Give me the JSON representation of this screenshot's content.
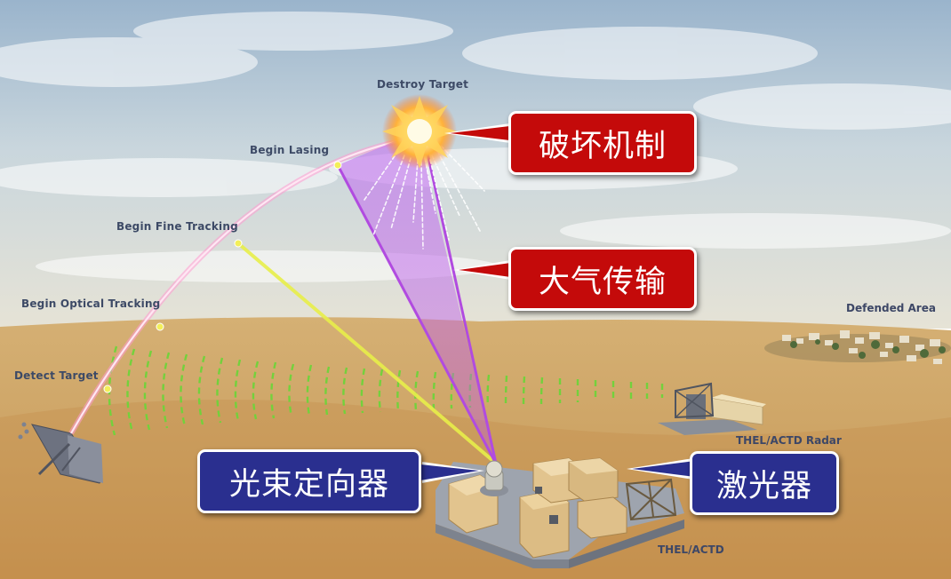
{
  "stages": {
    "detect": "Detect Target",
    "optical": "Begin Optical Tracking",
    "fine": "Begin Fine Tracking",
    "lasing": "Begin Lasing",
    "destroy": "Destroy Target"
  },
  "places": {
    "defended_area": "Defended Area",
    "radar": "THEL/ACTD Radar",
    "system": "THEL/ACTD"
  },
  "callouts": {
    "kill_mechanism": "破坏机制",
    "atmospheric_transmission": "大气传输",
    "beam_director": "光束定向器",
    "laser": "激光器"
  },
  "colors": {
    "callout_red": "#c40a0a",
    "callout_blue": "#2a2f8f",
    "trajectory": "#ffc8e6",
    "tracking_beam": "#e8ef4a",
    "laser_beam": "#b94fe6",
    "radar_waves": "#6fd43a"
  }
}
